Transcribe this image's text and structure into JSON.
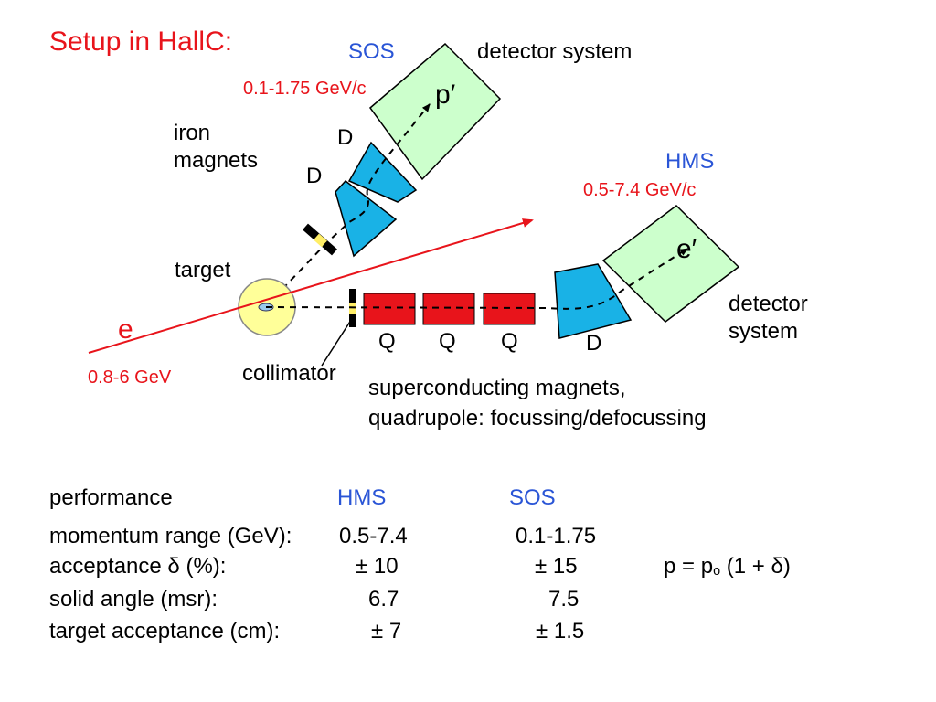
{
  "title": "Setup in HallC:",
  "sos": {
    "name": "SOS",
    "momentum": "0.1-1.75 GeV/c",
    "detector": "detector system",
    "particle": "p′",
    "dipole_1": "D",
    "dipole_2": "D"
  },
  "iron_magnets": "iron magnets",
  "hms": {
    "name": "HMS",
    "momentum": "0.5-7.4 GeV/c",
    "particle": "e′",
    "detector": "detector system",
    "quads": [
      "Q",
      "Q",
      "Q"
    ],
    "dipole": "D"
  },
  "target": "target",
  "beam": {
    "particle": "e",
    "energy": "0.8-6 GeV"
  },
  "collimator": "collimator",
  "superconducting": {
    "line1": "superconducting magnets,",
    "line2": "quadrupole: focussing/defocussing"
  },
  "performance": {
    "header": "performance",
    "col_hms": "HMS",
    "col_sos": "SOS",
    "rows": [
      {
        "label": "momentum range (GeV):",
        "hms": "0.5-7.4",
        "sos": "0.1-1.75"
      },
      {
        "label": "acceptance δ (%):",
        "hms": "± 10",
        "sos": "± 15"
      },
      {
        "label": "solid angle (msr):",
        "hms": "6.7",
        "sos": "7.5"
      },
      {
        "label": "target acceptance (cm):",
        "hms": "± 7",
        "sos": "± 1.5"
      }
    ],
    "formula": {
      "p": "p",
      "eq": " = ",
      "p0": "p",
      "sub": "o",
      "rest": " (1 + δ)"
    }
  },
  "colors": {
    "title": "#e8141b",
    "spectrometer_names": "#2a55d6",
    "beam": "#e8141b",
    "quadrupole": "#e8141b",
    "dipole": "#19b2e6",
    "detector_box": "#ccffcc",
    "target": "#ffff99",
    "target_cell": "#99ccee"
  }
}
